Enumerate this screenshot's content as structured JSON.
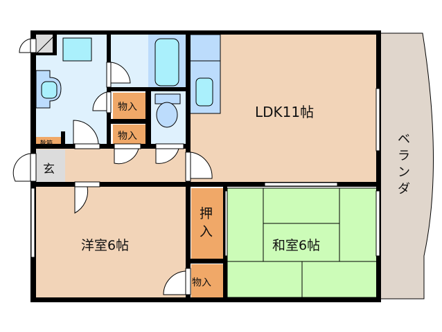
{
  "rooms": {
    "ldk": "LDK11帖",
    "western": "洋室6帖",
    "japanese": "和室6帖",
    "balcony": "ベランダ",
    "entrance": "玄",
    "shoe_box": "靴箱",
    "storage_1": "物入",
    "storage_2": "物入",
    "storage_3": "物入",
    "closet": "押入"
  },
  "colors": {
    "wall": "#000000",
    "wet_area": "#dff1fd",
    "fixture": "#bcdcfc",
    "water": "#aaf0fc",
    "wood_floor": "#f2d4b8",
    "storage": "#f0a868",
    "tatami": "#ccfcb8",
    "balcony": "#e0d6cc",
    "entrance_floor": "#dcdcdc"
  }
}
